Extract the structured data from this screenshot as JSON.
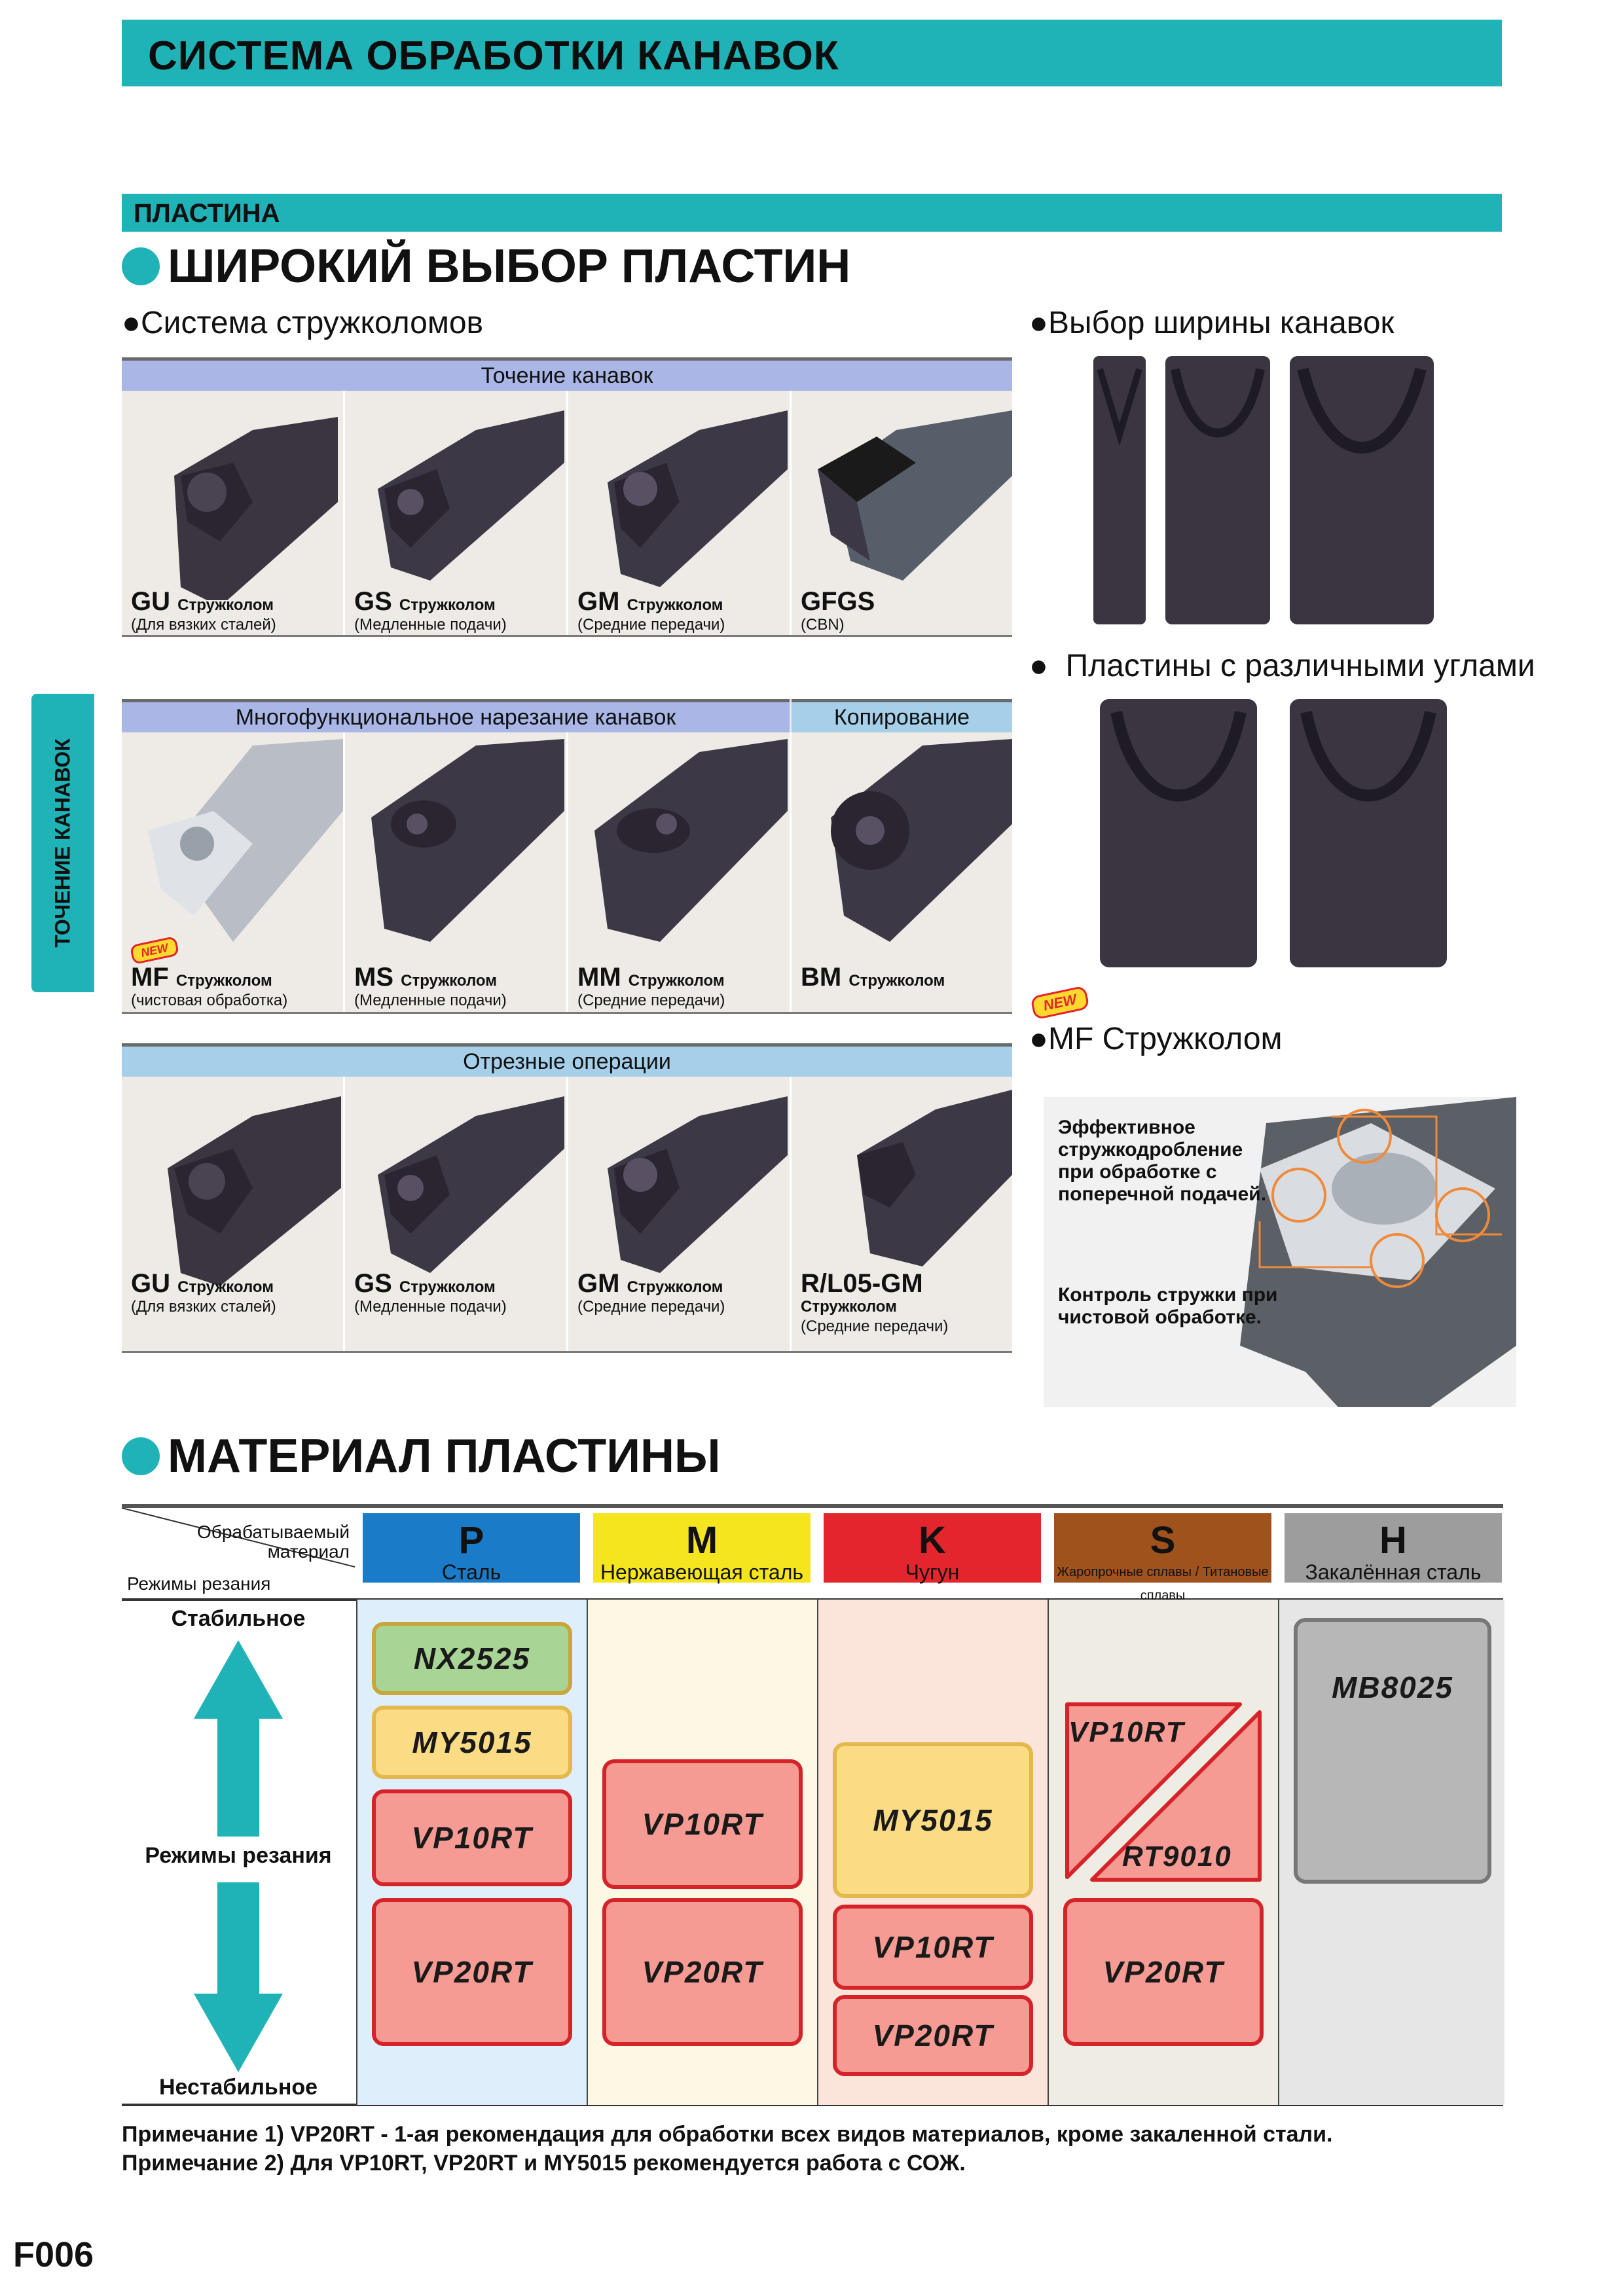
{
  "header": {
    "title": "СИСТЕМА ОБРАБОТКИ КАНАВОК",
    "section": "ПЛАСТИНА"
  },
  "side_tab": "ТОЧЕНИЕ КАНАВОК",
  "insert_range": {
    "title": "ШИРОКИЙ ВЫБОР ПЛАСТИН",
    "chipbreaker_title": "Система стружколомов",
    "width_title": "Выбор ширины канавок",
    "angle_title": "Пластины с различными углами",
    "mf_badge": "NEW",
    "mf_title": "MF Стружколом",
    "mf_note1": "Эффективное стружкодробление при обработке с поперечной подачей.",
    "mf_note2": "Контроль стружки при чистовой обработке."
  },
  "grooving": {
    "header": "Точение канавок",
    "items": [
      {
        "code": "GU",
        "suffix": "Стружколом",
        "desc": "(Для вязких сталей)"
      },
      {
        "code": "GS",
        "suffix": "Стружколом",
        "desc": "(Медленные подачи)"
      },
      {
        "code": "GM",
        "suffix": "Стружколом",
        "desc": "(Средние передачи)"
      },
      {
        "code": "GFGS",
        "suffix": "",
        "desc": "(CBN)"
      }
    ]
  },
  "multi": {
    "header": "Многофункциональное нарезание канавок",
    "header2": "Копирование",
    "new_badge": "NEW",
    "items": [
      {
        "code": "MF",
        "suffix": "Стружколом",
        "desc": "(чистовая обработка)"
      },
      {
        "code": "MS",
        "suffix": "Стружколом",
        "desc": "(Медленные подачи)"
      },
      {
        "code": "MM",
        "suffix": "Стружколом",
        "desc": "(Средние передачи)"
      },
      {
        "code": "BM",
        "suffix": "Стружколом",
        "desc": ""
      }
    ]
  },
  "parting": {
    "header": "Отрезные операции",
    "items": [
      {
        "code": "GU",
        "suffix": "Стружколом",
        "desc": "(Для вязких сталей)"
      },
      {
        "code": "GS",
        "suffix": "Стружколом",
        "desc": "(Медленные подачи)"
      },
      {
        "code": "GM",
        "suffix": "Стружколом",
        "desc": "(Средние передачи)"
      },
      {
        "code": "R/L05-GM",
        "suffix": "Стружколом",
        "desc": "(Средние передачи)"
      }
    ]
  },
  "material": {
    "title": "МАТЕРИАЛ ПЛАСТИНЫ",
    "corner_top": "Обрабатываемый материал",
    "corner_bottom": "Режимы резания",
    "stable": "Стабильное",
    "mode": "Режимы резания",
    "unstable": "Нестабильное",
    "columns": [
      {
        "letter": "P",
        "name": "Сталь",
        "color": "#1a7cc8"
      },
      {
        "letter": "M",
        "name": "Нержавеющая сталь",
        "color": "#f5e51e"
      },
      {
        "letter": "K",
        "name": "Чугун",
        "color": "#e3262d"
      },
      {
        "letter": "S",
        "name": "Жаропрочные сплавы / Титановые сплавы",
        "color": "#a0521d"
      },
      {
        "letter": "H",
        "name": "Закалённая сталь",
        "color": "#9d9d9d"
      }
    ],
    "grades": {
      "P": [
        "NX2525",
        "MY5015",
        "VP10RT",
        "VP20RT"
      ],
      "M": [
        "VP10RT",
        "VP20RT"
      ],
      "K": [
        "MY5015",
        "VP10RT",
        "VP20RT"
      ],
      "S": [
        "VP10RT",
        "RT9010",
        "VP20RT"
      ],
      "H": [
        "MB8025"
      ]
    }
  },
  "notes": [
    "Примечание 1) VP20RT - 1-ая рекомендация для обработки всех видов материалов, кроме закаленной стали.",
    "Примечание 2) Для VP10RT, VP20RT и MY5015 рекомендуется работа с СОЖ."
  ],
  "page_number": "F006"
}
